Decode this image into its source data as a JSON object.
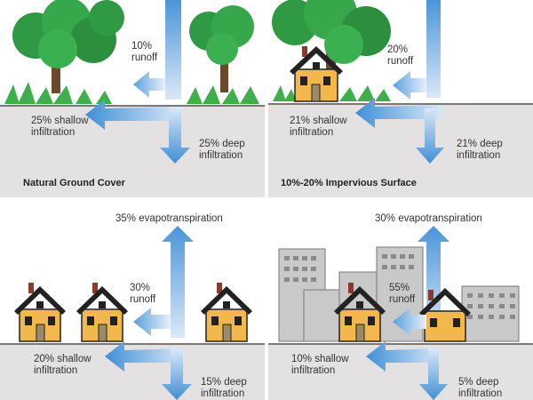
{
  "colors": {
    "arrow_light": "#dbe8f7",
    "arrow_dark": "#3f8fd6",
    "ground": "#e3e1e2",
    "house": "#f2b84b",
    "roof": "#222222",
    "tree": "#2f9a43",
    "building": "#c9c9c9"
  },
  "panels": [
    {
      "caption": "Natural Ground Cover",
      "runoff": "10%\nrunoff",
      "shallow": "25% shallow\ninfiltration",
      "deep": "25% deep\ninfiltration"
    },
    {
      "caption": "10%-20% Impervious Surface",
      "runoff": "20%\nrunoff",
      "shallow": "21% shallow\ninfiltration",
      "deep": "21% deep\ninfiltration"
    },
    {
      "evap": "35% evapotranspiration",
      "runoff": "30%\nrunoff",
      "shallow": "20% shallow\ninfiltration",
      "deep": "15% deep\ninfiltration"
    },
    {
      "evap": "30% evapotranspiration",
      "runoff": "55%\nrunoff",
      "shallow": "10% shallow\ninfiltration",
      "deep": "5% deep\ninfiltration"
    }
  ]
}
